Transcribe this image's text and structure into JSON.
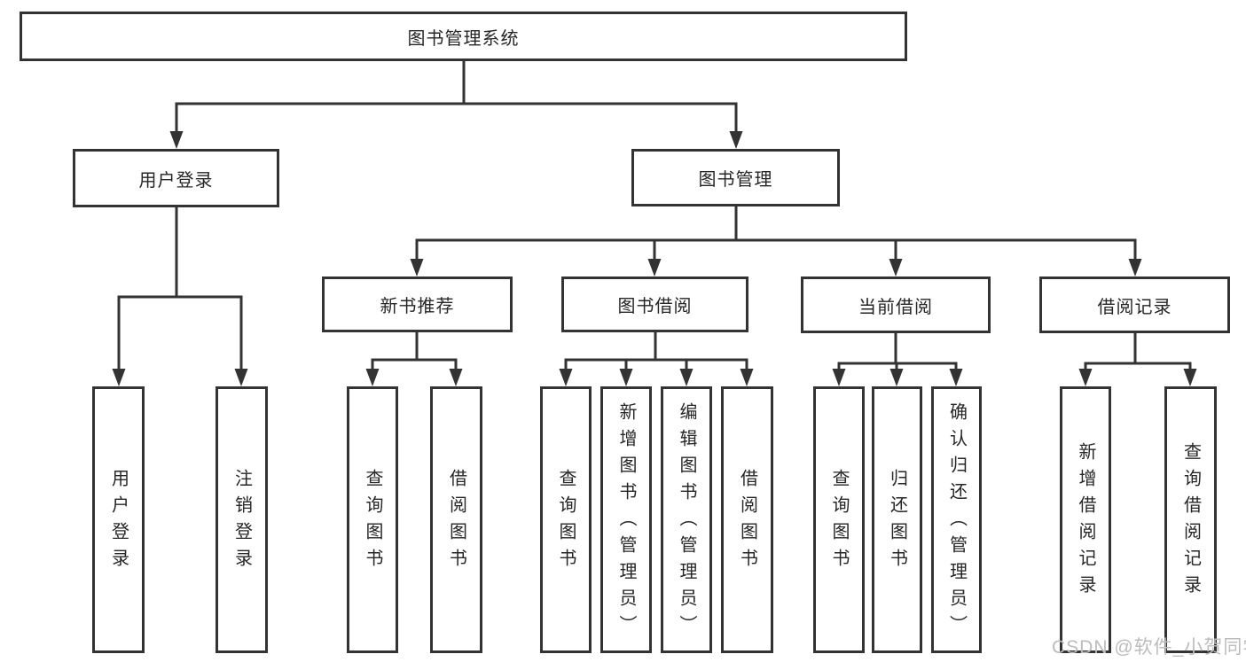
{
  "diagram": {
    "type": "hierarchy-tree",
    "root": {
      "label": "图书管理系统"
    },
    "children": [
      {
        "label": "用户登录",
        "children": [
          {
            "label": "用户登录"
          },
          {
            "label": "注销登录"
          }
        ]
      },
      {
        "label": "图书管理",
        "children": [
          {
            "label": "新书推荐",
            "children": [
              {
                "label": "查询图书"
              },
              {
                "label": "借阅图书"
              }
            ]
          },
          {
            "label": "图书借阅",
            "children": [
              {
                "label": "查询图书"
              },
              {
                "label": "新增图书（管理员）"
              },
              {
                "label": "编辑图书（管理员）"
              },
              {
                "label": "借阅图书"
              }
            ]
          },
          {
            "label": "当前借阅",
            "children": [
              {
                "label": "查询图书"
              },
              {
                "label": "归还图书"
              },
              {
                "label": "确认归还（管理员）"
              }
            ]
          },
          {
            "label": "借阅记录",
            "children": [
              {
                "label": "新增借阅记录"
              },
              {
                "label": "查询借阅记录"
              }
            ]
          }
        ]
      }
    ]
  },
  "watermark": {
    "text": "CSDN @软件_小贺同学"
  },
  "colors": {
    "line": "#333333",
    "box_border": "#333333",
    "text": "#262626",
    "watermark": "#bcbcbc",
    "background": "#ffffff"
  }
}
